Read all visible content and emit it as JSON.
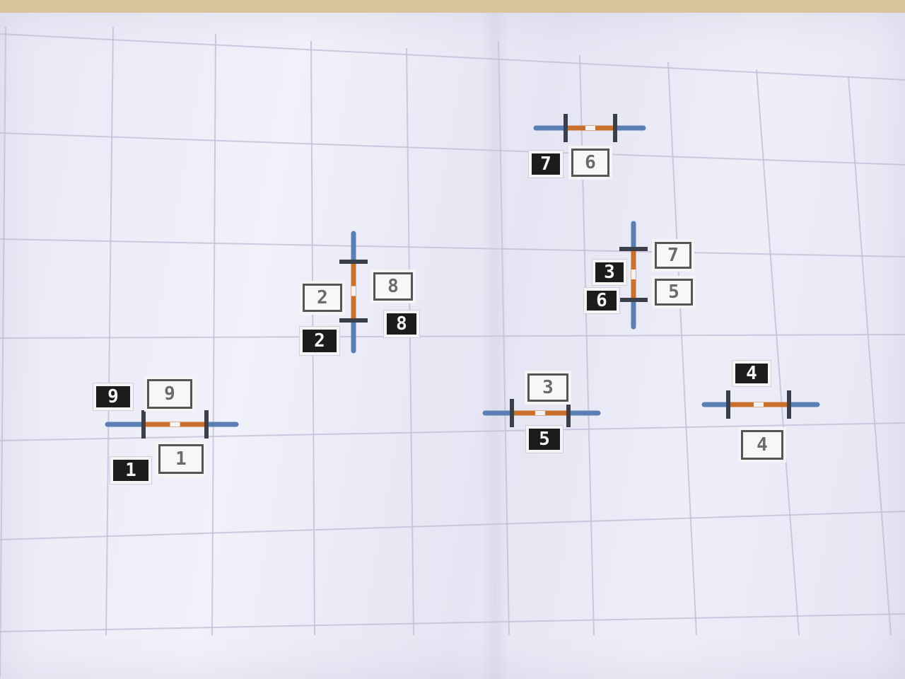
{
  "colors": {
    "paper": "#ececf8",
    "grid_line": "#c7bdd8",
    "bar_blue": "#5a7fb5",
    "bar_orange": "#c8702c",
    "tick_dark": "#3a3f4a",
    "sticker_dark": "#1a1d1c",
    "sticker_light_border": "#565656"
  },
  "labels": {
    "s1": "7",
    "s2": "6",
    "s3": "2",
    "s4": "8",
    "s5": "2",
    "s6": "8",
    "s7": "3",
    "s8": "7",
    "s9": "6",
    "s10": "5",
    "s11": "9",
    "s12": "9",
    "s13": "1",
    "s14": "1",
    "s15": "3",
    "s16": "5",
    "s17": "4",
    "s18": "4"
  }
}
